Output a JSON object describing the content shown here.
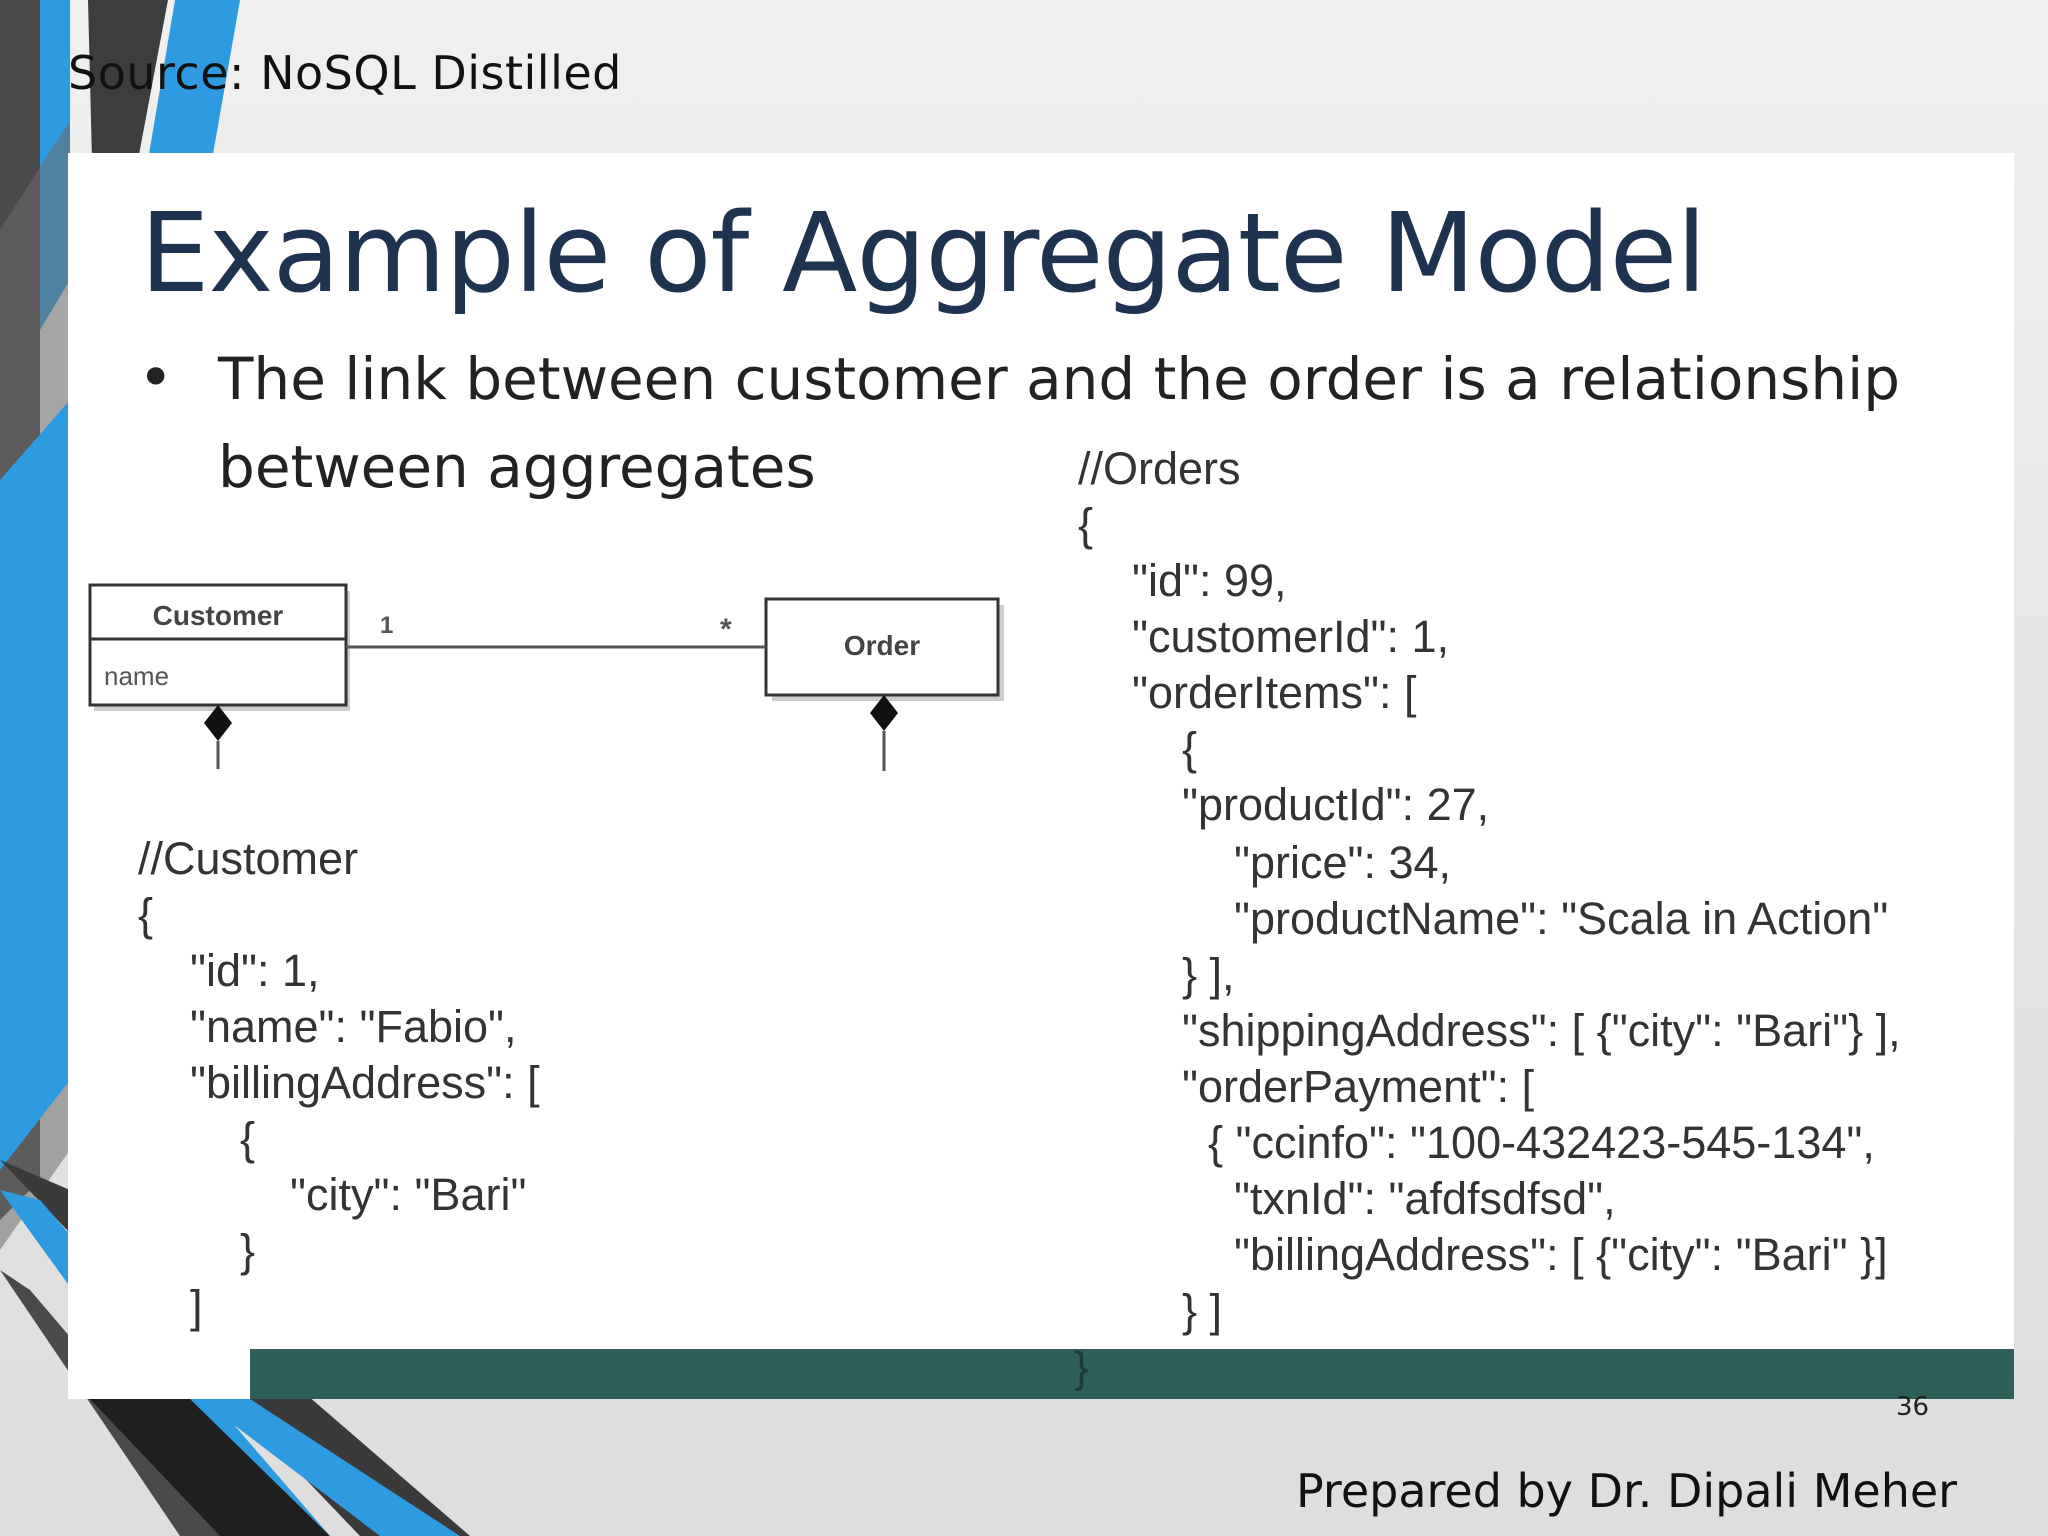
{
  "source": "Source: NoSQL Distilled",
  "slide": {
    "title": "Example of Aggregate Model",
    "bullet": "The link between customer and the order is a relationship between aggregates"
  },
  "uml": {
    "customer_class": "Customer",
    "customer_attribute": "name",
    "order_class": "Order",
    "multiplicity_customer": "1",
    "multiplicity_order": "*"
  },
  "customer_code": [
    "//Customer",
    "{",
    "\"id\": 1,",
    "\"name\": \"Fabio\",",
    "\"billingAddress\": [",
    "{",
    "\"city\": \"Bari\"",
    "}",
    "]"
  ],
  "orders_code": [
    "//Orders",
    "{",
    "\"id\": 99,",
    "\"customerId\": 1,",
    "\"orderItems\": [",
    "{",
    "\"productId\": 27,",
    "\"price\": 34,",
    "\"productName\": \"Scala in Action\"",
    "} ],",
    "\"shippingAddress\": [ {\"city\": \"Bari\"} ],",
    "\"orderPayment\": [",
    "{ \"ccinfo\": \"100-432423-545-134\",",
    "\"txnId\": \"afdfsdfsd\",",
    "\"billingAddress\": [ {\"city\": \"Bari\" }]",
    "} ]"
  ],
  "closing_brace": "}",
  "page_number": "36",
  "footer": "Prepared by Dr. Dipali Meher",
  "colors": {
    "title": "#1e3350",
    "bar": "#2e5e58",
    "accent_blue": "#2e9be0",
    "accent_dark": "#3a3a3a"
  }
}
